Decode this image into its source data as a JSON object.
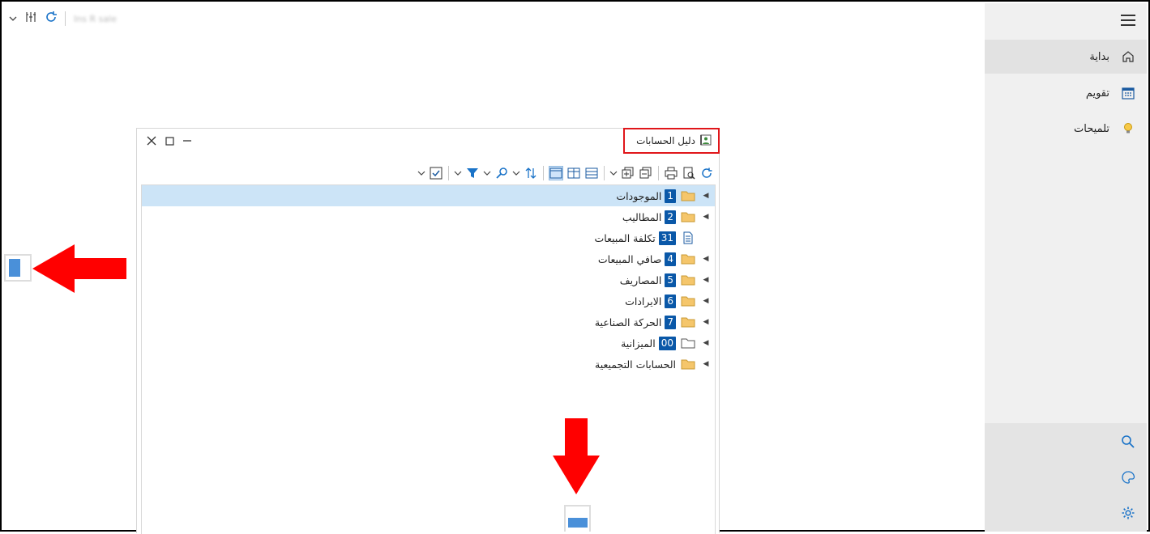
{
  "top_toolbar": {
    "blurred_text": "Ins R sale"
  },
  "sidebar": {
    "items": [
      {
        "label": "بداية",
        "icon": "home-icon"
      },
      {
        "label": "تقويم",
        "icon": "calendar-icon"
      },
      {
        "label": "تلميحات",
        "icon": "lightbulb-icon"
      }
    ],
    "bottom_icons": [
      "search-icon",
      "palette-icon",
      "gear-icon"
    ]
  },
  "dialog": {
    "title": "دليل الحسابات",
    "tree": [
      {
        "num": "1",
        "name": "الموجودات",
        "type": "folder",
        "expandable": true,
        "selected": true
      },
      {
        "num": "2",
        "name": "المطاليب",
        "type": "folder",
        "expandable": true
      },
      {
        "num": "31",
        "name": "تكلفة المبيعات",
        "type": "document",
        "expandable": false
      },
      {
        "num": "4",
        "name": "صافي المبيعات",
        "type": "folder",
        "expandable": true
      },
      {
        "num": "5",
        "name": "المصاريف",
        "type": "folder",
        "expandable": true
      },
      {
        "num": "6",
        "name": "الايرادات",
        "type": "folder",
        "expandable": true
      },
      {
        "num": "7",
        "name": "الحركة الصناعية",
        "type": "folder",
        "expandable": true
      },
      {
        "num": "00",
        "name": "الميزانية",
        "type": "folder-outline",
        "expandable": true
      },
      {
        "num": "",
        "name": "الحسابات التجميعية",
        "type": "folder",
        "expandable": true
      }
    ]
  },
  "colors": {
    "accent": "#0a58a8",
    "selection": "#cce4f7",
    "highlight_border": "#e0161a",
    "annotation_arrow": "#ff0000",
    "folder": "#f5c66b"
  }
}
